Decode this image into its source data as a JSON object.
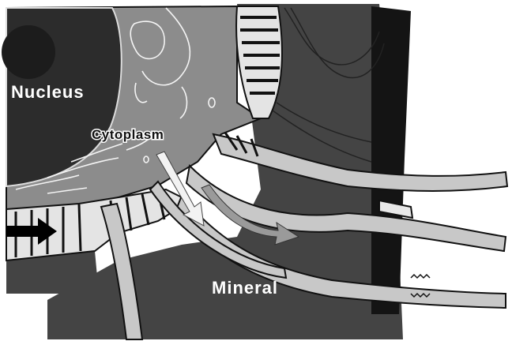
{
  "labels": {
    "nucleus": "Nucleus",
    "cytoplasm": "Cytoplasm",
    "mineral": "Mineral"
  },
  "colors": {
    "background": "#ffffff",
    "nucleus": "#2c2c2c",
    "cytoplasm": "#8c8c8c",
    "mineral": "#444444",
    "dark_edge": "#141414",
    "process_fill": "#c8c8c8",
    "outline": "#111111",
    "arrow_white": "#f2f2f2",
    "arrow_gray": "#9a9a9a",
    "arrow_black": "#000000"
  }
}
